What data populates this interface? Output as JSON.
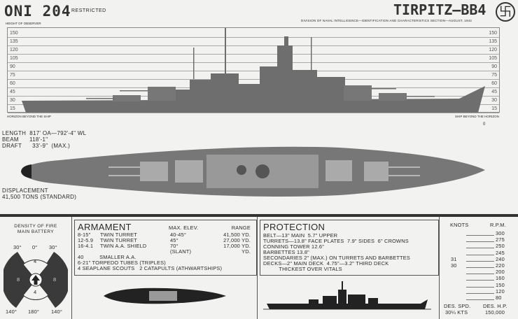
{
  "header": {
    "doc_id": "ONI 204",
    "classification": "RESTRICTED",
    "ship_title": "TIRPITZ—BB4",
    "emblem": "swastika-emblem",
    "division": "DIVISION OF NAVAL INTELLIGENCE—IDENTIFICATION AND CHARACTERISTICS SECTION—AUGUST, 1942"
  },
  "profile": {
    "height_label": "HEIGHT OF OBSERVER",
    "scale": [
      "150",
      "135",
      "120",
      "105",
      "90",
      "75",
      "60",
      "45",
      "30",
      "15"
    ],
    "horizon_left": "HORIZON BEYOND THE SHIP",
    "horizon_right": "SHIP BEYOND THE HORIZON",
    "zero": "0"
  },
  "dimensions": [
    "LENGTH  817' OA—792'-4\" WL",
    "BEAM      118'-1\"",
    "DRAFT      33'-9\"  (MAX.)"
  ],
  "displacement": [
    "DISPLACEMENT",
    "41,500 TONS (STANDARD)"
  ],
  "density": {
    "title": [
      "DENSITY OF FIRE",
      "MAIN BATTERY"
    ],
    "top": [
      "30°",
      "0°",
      "30°"
    ],
    "bottom": [
      "140°",
      "180°",
      "140°"
    ],
    "left": "8",
    "right": "8",
    "fore": "4",
    "aft": "4"
  },
  "armament": {
    "title": "ARMAMENT",
    "col_elev": "MAX. ELEV.",
    "col_range": "RANGE",
    "rows": [
      {
        "gun": "8-15\"",
        "mount": "TWIN TURRET",
        "elev": "40-45°",
        "range": "41,500 YD."
      },
      {
        "gun": "12-5.9",
        "mount": "TWIN TURRET",
        "elev": "45°",
        "range": "27,000 YD."
      },
      {
        "gun": "16-4.1",
        "mount": "TWIN A.A. SHIELD",
        "elev": "70°",
        "range": "17,000 YD."
      },
      {
        "gun": "",
        "mount": "",
        "elev": "(SLANT)",
        "range": "YD."
      }
    ],
    "notes": [
      "40          SMALLER A.A.",
      "6-21\" TORPEDO TUBES (TRIPLES)",
      "4 SEAPLANE SCOUTS   2 CATAPULTS (ATHWARTSHIPS)"
    ]
  },
  "protection": {
    "title": "PROTECTION",
    "lines": [
      "BELT—13\" MAIN  5.7\" UPPER",
      "TURRETS—13.8\" FACE PLATES  7.9\" SIDES  6\" CROWNS",
      "CONNING TOWER 12.6\"",
      "BARBETTES 13.8\"",
      "SECONDARIES 2\" (MAX.) ON TURRETS AND BARBETTES",
      "DECKS—2\" MAIN DECK  4.75\"—3.2\" THIRD DECK",
      "          THICKEST OVER VITALS"
    ]
  },
  "speed": {
    "knots_label": "KNOTS",
    "rpm_label": "R.P.M.",
    "rpm": [
      "300",
      "275",
      "250",
      "245",
      "240",
      "220",
      "200",
      "160",
      "150",
      "120",
      "80"
    ],
    "knots": {
      "240": "31",
      "220": "30"
    },
    "des_spd_label": "DES. SPD.",
    "des_spd": "30¼ KTS",
    "des_hp_label": "DES. H.P.",
    "des_hp": "150,000"
  }
}
